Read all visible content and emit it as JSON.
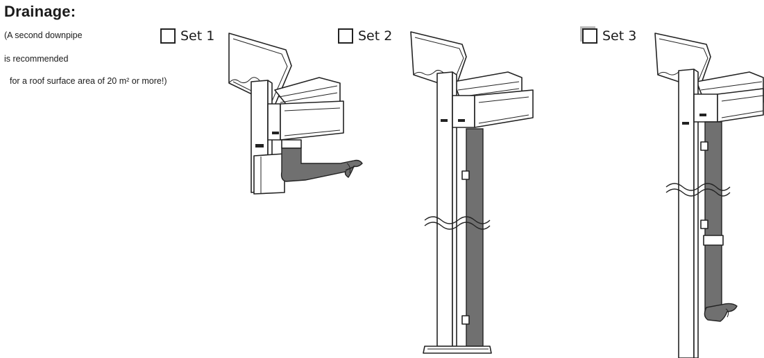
{
  "heading": "Drainage:",
  "note": {
    "line1": "(A second downpipe",
    "line2": "is recommended",
    "line3": "for a roof surface area of 20 m² or more!)"
  },
  "options": [
    {
      "label": "Set 1",
      "checked": false
    },
    {
      "label": "Set 2",
      "checked": false
    },
    {
      "label": "Set 3",
      "checked": false
    }
  ],
  "colors": {
    "pipe": "#6f6f6f",
    "line": "#222222"
  }
}
